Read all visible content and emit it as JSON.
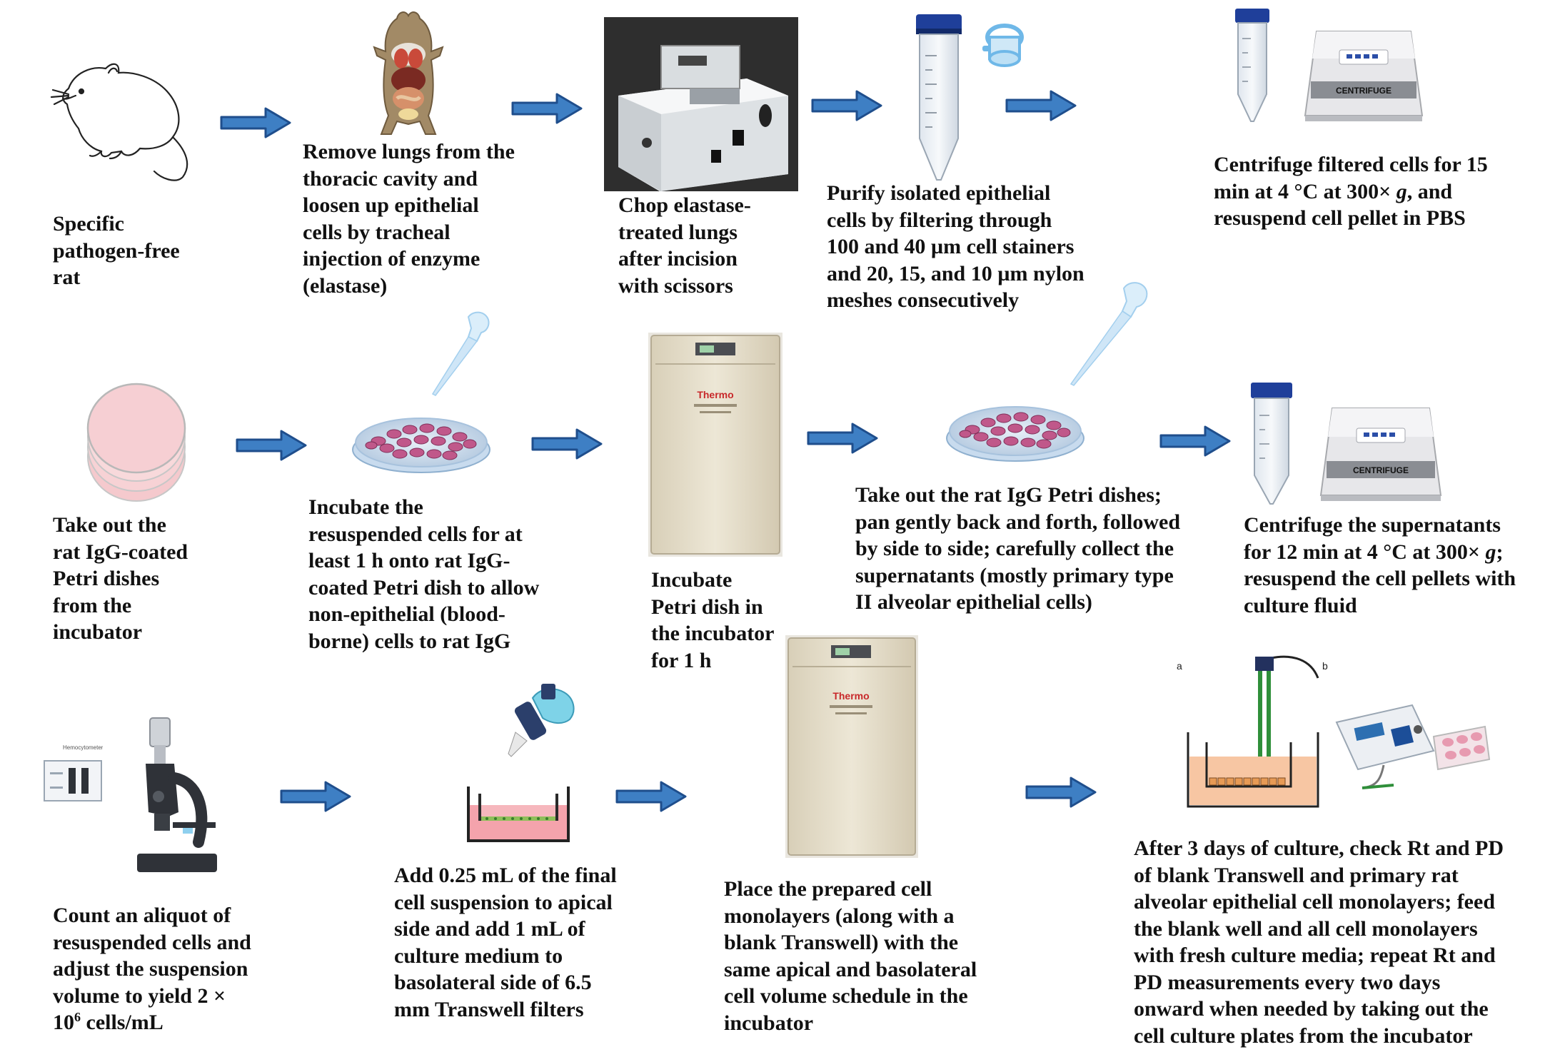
{
  "colors": {
    "arrow_fill": "#3e7fc4",
    "arrow_stroke": "#1f4e8c",
    "text": "#111111",
    "tube_cap": "#1f3f9a",
    "petri_cells": "#c0588a",
    "incubator_body": "#e6decb",
    "centrifuge_body": "#e7e7ea"
  },
  "steps": [
    {
      "id": "rat",
      "text": "Specific\npathogen-free\nrat"
    },
    {
      "id": "remove-lungs",
      "text": "Remove lungs from the\nthoracic cavity and\nloosen up epithelial\ncells by tracheal\ninjection of enzyme\n(elastase)"
    },
    {
      "id": "chop",
      "text": "Chop elastase-\ntreated lungs\nafter incision\nwith scissors"
    },
    {
      "id": "purify",
      "text": "Purify isolated epithelial\ncells by filtering through\n100 and 40 µm cell stainers\nand 20, 15, and 10 µm nylon\nmeshes consecutively"
    },
    {
      "id": "centrifuge-1",
      "text_before": "Centrifuge filtered cells for 15\nmin at 4 °C at 300× ",
      "text_italic": "g",
      "text_after": ", and\nresuspend cell pellet in PBS"
    },
    {
      "id": "take-out-dishes",
      "text": "Take out the\nrat IgG-coated\nPetri dishes\nfrom the\nincubator"
    },
    {
      "id": "incubate-cells",
      "text": "Incubate the\nresuspended cells for at\nleast 1 h onto rat IgG-\ncoated Petri dish to allow\nnon-epithelial (blood-\nborne) cells to rat IgG"
    },
    {
      "id": "incubate-dish",
      "text": "Incubate\nPetri dish in\nthe incubator\nfor 1 h"
    },
    {
      "id": "collect-supernatants",
      "text": "Take out the rat IgG Petri dishes;\npan gently back and forth, followed\nby side to side; carefully collect the\nsupernatants (mostly primary type\nII alveolar epithelial cells)"
    },
    {
      "id": "centrifuge-2",
      "text_before": "Centrifuge the supernatants\nfor 12 min at 4 °C at 300× ",
      "text_italic": "g",
      "text_after": ";\nresuspend the cell pellets with\nculture fluid"
    },
    {
      "id": "count",
      "text_before": "Count an aliquot of\nresuspended cells and\nadjust the suspension\nvolume to yield 2 ×\n10",
      "text_sup": "6",
      "text_after": " cells/mL"
    },
    {
      "id": "add-suspension",
      "text": "Add 0.25 mL of the final\ncell suspension to apical\nside and add 1 mL of\nculture medium to\nbasolateral side of 6.5\nmm Transwell filters"
    },
    {
      "id": "place-monolayers",
      "text": "Place the prepared cell\nmonolayers (along with a\nblank Transwell) with the\nsame apical and basolateral\ncell volume schedule in the\nincubator"
    },
    {
      "id": "check-rt-pd",
      "text": "After 3 days of culture, check Rt and PD\nof blank Transwell and primary rat\nalveolar epithelial cell monolayers; feed\nthe blank well and all cell monolayers\nwith fresh culture media; repeat Rt and\nPD measurements every two days\nonward when needed by taking out the\ncell culture plates from the incubator"
    }
  ],
  "image_labels": {
    "centrifuge": "CENTRIFUGE",
    "incubator_brand": "Thermo",
    "hemocytometer": "Hemocytometer",
    "panel_a": "a",
    "panel_b": "b"
  }
}
